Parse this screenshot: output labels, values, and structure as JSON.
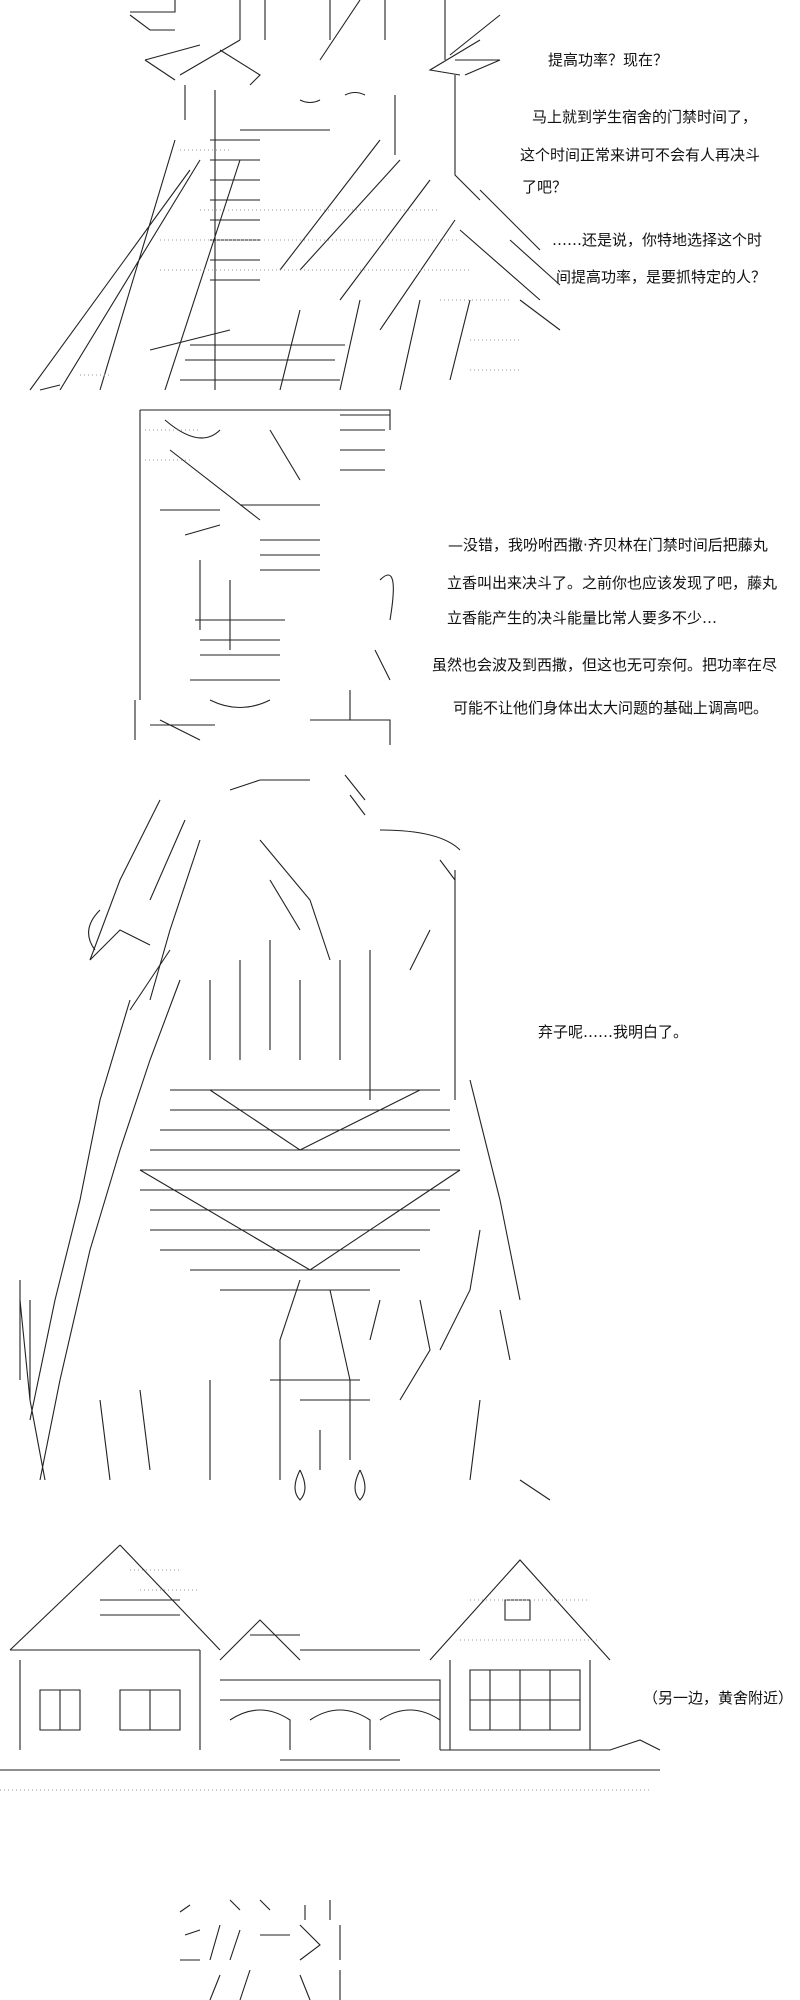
{
  "panels": [
    {
      "lines": [
        "提高功率？现在？",
        "马上就到学生宿舍的门禁时间了，",
        "这个时间正常来讲可不会有人再决斗",
        "了吧？",
        "……还是说，你特地选择这个时",
        "间提高功率，是要抓特定的人？"
      ]
    },
    {
      "lines": [
        "—没错，我吩咐西撒·齐贝林在门禁时间后把藤丸",
        "立香叫出来决斗了。之前你也应该发现了吧，藤丸",
        "立香能产生的决斗能量比常人要多不少…",
        "虽然也会波及到西撒，但这也无可奈何。把功率在尽",
        "可能不让他们身体出太大问题的基础上调高吧。"
      ]
    },
    {
      "lines": [
        "弃子呢……我明白了。"
      ]
    },
    {
      "lines": [
        "（另一边，黄舍附近）"
      ]
    }
  ]
}
